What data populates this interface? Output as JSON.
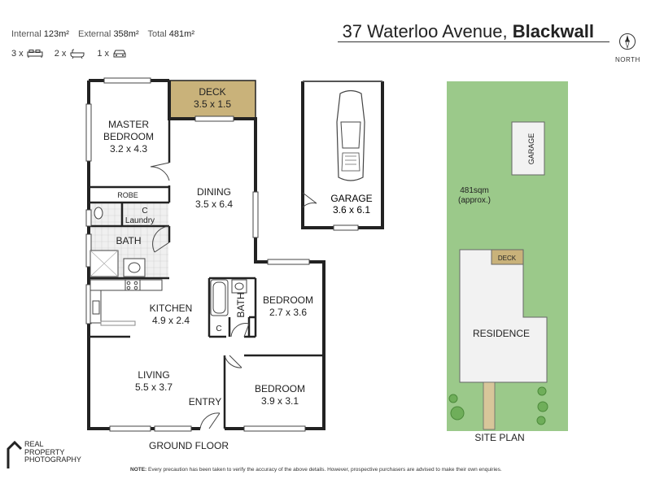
{
  "header": {
    "internal_label": "Internal",
    "internal_value": "123m²",
    "external_label": "External",
    "external_value": "358m²",
    "total_label": "Total",
    "total_value": "481m²",
    "address_street": "37 Waterloo Avenue,",
    "address_suburb": "Blackwall",
    "north_label": "NORTH",
    "counts": [
      {
        "value": "3 x",
        "icon": "bed-icon"
      },
      {
        "value": "2 x",
        "icon": "bath-icon"
      },
      {
        "value": "1 x",
        "icon": "car-icon"
      }
    ]
  },
  "floor_plan": {
    "title": "GROUND FLOOR",
    "rooms": {
      "deck": {
        "name": "DECK",
        "size": "3.5 x 1.5"
      },
      "master": {
        "name1": "MASTER",
        "name2": "BEDROOM",
        "size": "3.2 x 4.3"
      },
      "robe": {
        "name": "ROBE"
      },
      "laundry": {
        "c": "C",
        "name": "Laundry"
      },
      "bath1": {
        "name": "BATH"
      },
      "dining": {
        "name": "DINING",
        "size": "3.5 x 6.4"
      },
      "kitchen": {
        "name": "KITCHEN",
        "size": "4.9 x 2.4"
      },
      "bath2": {
        "name": "BATH"
      },
      "c2": {
        "name": "C"
      },
      "bedroom2": {
        "name": "BEDROOM",
        "size": "2.7 x 3.6"
      },
      "bedroom3": {
        "name": "BEDROOM",
        "size": "3.9 x 3.1"
      },
      "living": {
        "name": "LIVING",
        "size": "5.5 x 3.7"
      },
      "entry": {
        "name": "ENTRY"
      },
      "garage": {
        "name": "GARAGE",
        "size": "3.6 x 6.1"
      }
    }
  },
  "site_plan": {
    "title": "SITE PLAN",
    "area": "481sqm",
    "approx": "(approx.)",
    "garage": "GARAGE",
    "deck": "DECK",
    "residence": "RESIDENCE"
  },
  "colors": {
    "lawn": "#9bc98a",
    "deck": "#c9b27a",
    "residence": "#f2f2f2"
  },
  "logo": {
    "line1": "REAL",
    "line2": "PROPERTY",
    "line3": "PHOTOGRAPHY"
  },
  "footer": {
    "note_label": "NOTE:",
    "note_text": "Every precaution has been taken to verify the accuracy of the above details. However, prospective purchasers are advised to make their own enquiries."
  }
}
